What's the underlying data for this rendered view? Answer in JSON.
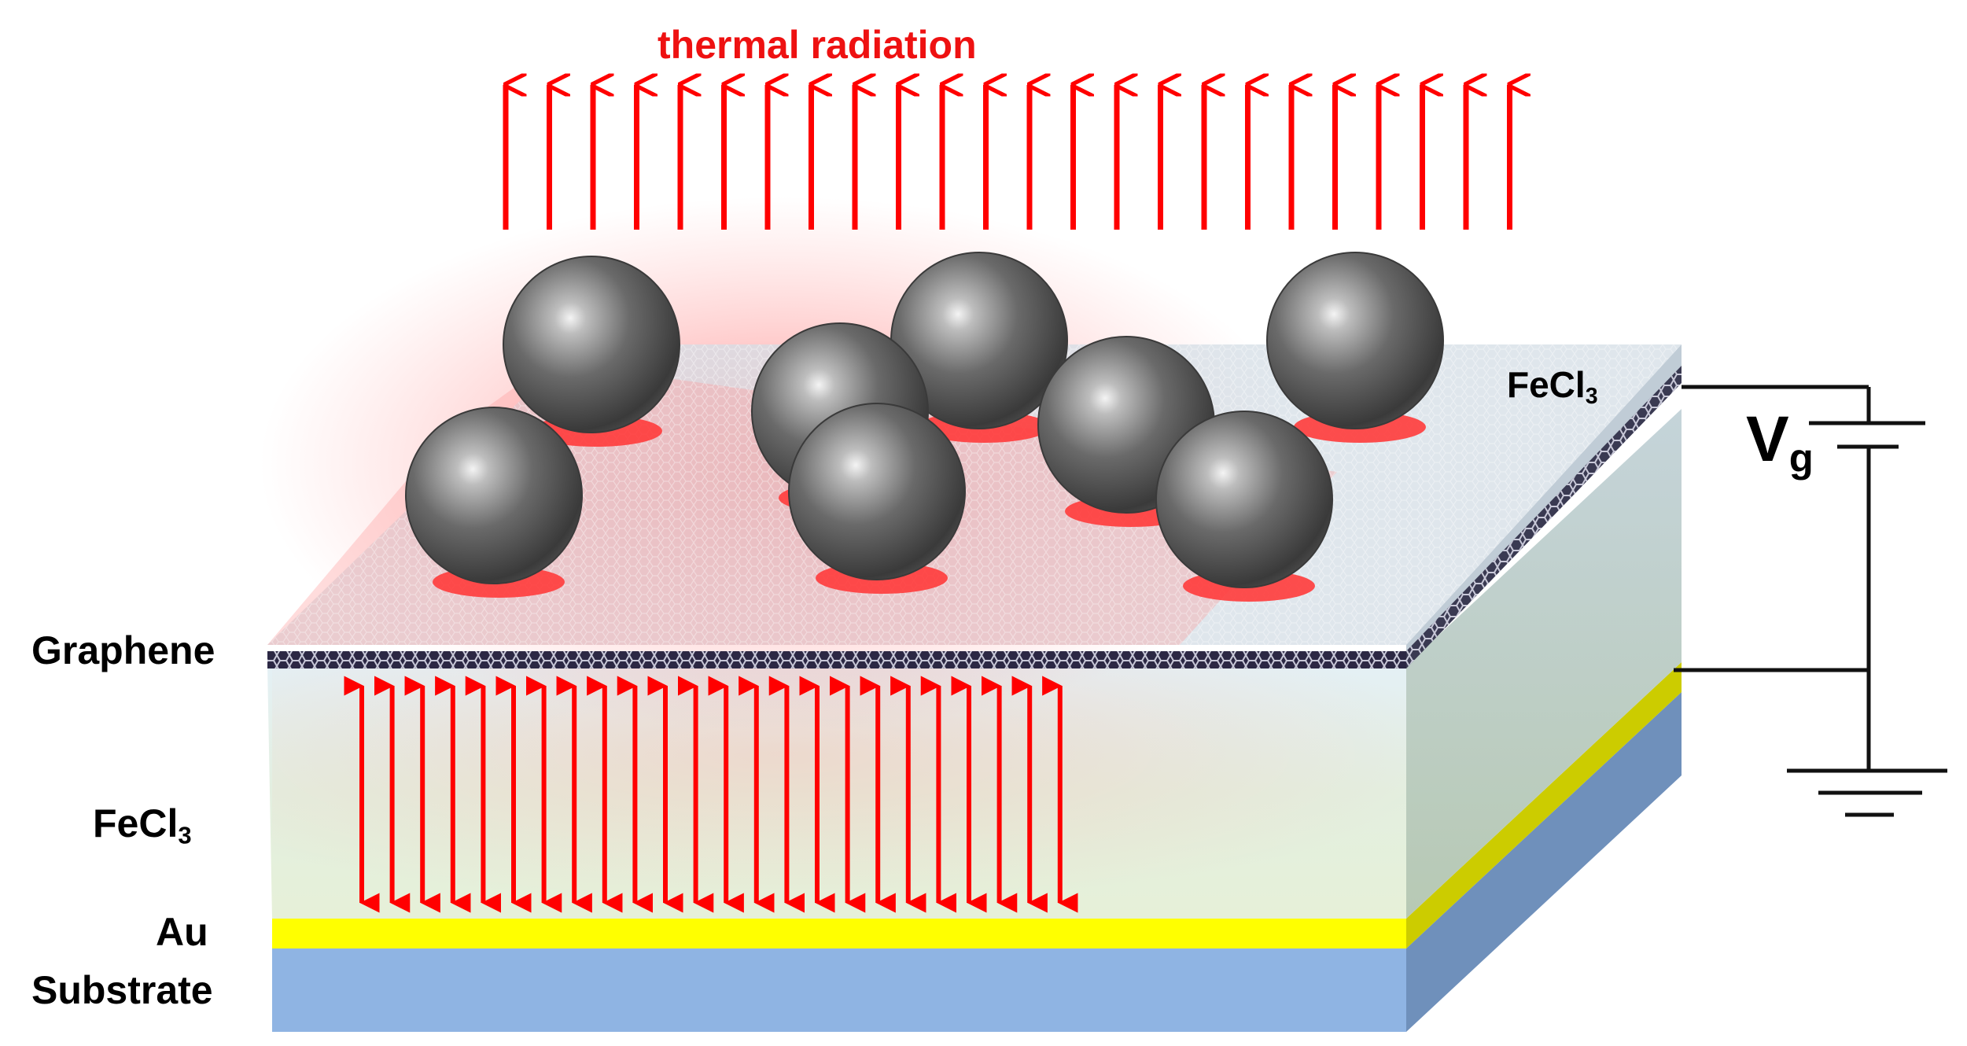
{
  "title": "thermal radiation",
  "labels": {
    "graphene": "Graphene",
    "fecl3_side_main": "FeCl",
    "fecl3_side_sub": "3",
    "au": "Au",
    "substrate": "Substrate",
    "fecl3_top_main": "FeCl",
    "fecl3_top_sub": "3",
    "vg_main": "V",
    "vg_sub": "g"
  },
  "icons": {
    "sphere": "nanoparticle-sphere-icon",
    "up_arrow": "up-arrow-icon",
    "double_arrow": "double-arrow-icon",
    "battery": "battery-icon",
    "ground": "ground-icon"
  },
  "colors": {
    "arrow": "#ff0000",
    "title": "#ee1111",
    "gold": "#ffff00",
    "gold_side": "#cccc00",
    "substrate": "#8fb4e3",
    "substrate_side": "#6f90bb",
    "fecl3_front": "#e3efe8",
    "sphere": "#5a5a5a",
    "wire": "#111111"
  },
  "counts": {
    "up_arrows": 24,
    "double_arrows": 24
  }
}
